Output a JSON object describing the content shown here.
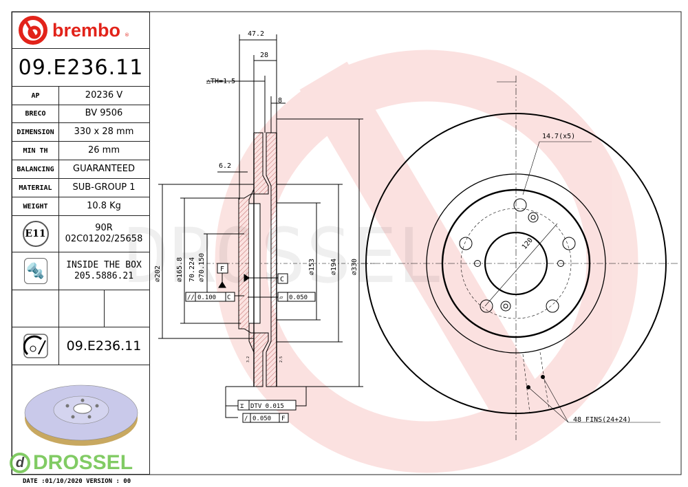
{
  "brand": {
    "name": "brembo",
    "registered": "®"
  },
  "part_number": "09.E236.11",
  "specs": [
    {
      "label": "AP",
      "value": "20236 V"
    },
    {
      "label": "BRECO",
      "value": "BV 9506"
    },
    {
      "label": "DIMENSION",
      "value": "330 x 28 mm"
    },
    {
      "label": "MIN TH",
      "value": "26 mm"
    },
    {
      "label": "BALANCING",
      "value": "GUARANTEED"
    },
    {
      "label": "MATERIAL",
      "value": "SUB-GROUP 1"
    },
    {
      "label": "WEIGHT",
      "value": "10.8 Kg"
    }
  ],
  "approval": {
    "badge": "E11",
    "line1": "90R",
    "line2": "02C01202/25658"
  },
  "screws": {
    "line1": "INSIDE THE BOX",
    "line2": "205.5886.21"
  },
  "footer_part_number": "09.E236.11",
  "footer": {
    "date": "DATE :01/10/2020 VERSION : 00"
  },
  "watermark": "DROSSEL",
  "section": {
    "d_total_width": "47.2",
    "d_thickness": "28",
    "d_th": "△TH=1.5",
    "d_8": "8",
    "d_6_2": "6.2",
    "d_202": "⌀202",
    "d_165_8": "⌀165.8",
    "d_70_224": "70.224",
    "d_70_150": "⌀70.150",
    "d_153": "⌀153",
    "d_194": "⌀194",
    "d_330": "⌀330",
    "datum_f": "F",
    "datum_c": "C",
    "tol_parallel": "0.100",
    "tol_parallel_ref": "C",
    "tol_flat": "0.050",
    "tol_dtv": "DTV 0.015",
    "tol_runout": "0.050",
    "tol_runout_ref": "F",
    "rough1": "3.2",
    "rough2": "2.5"
  },
  "front": {
    "holes": "14.7(x5)",
    "pcd": "120",
    "fins": "48 FINS(24+24)"
  }
}
